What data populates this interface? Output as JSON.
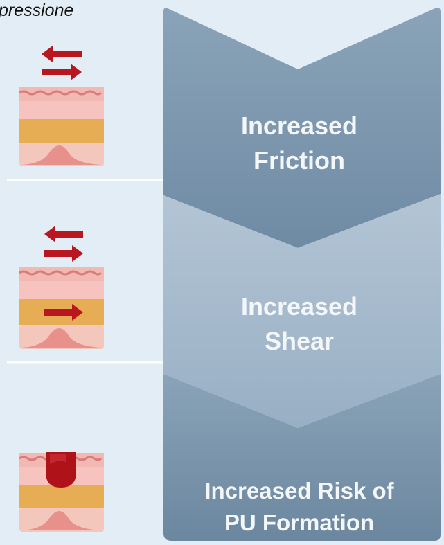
{
  "header": {
    "title": "pressione"
  },
  "steps": [
    {
      "line1": "Increased",
      "line2": "Friction"
    },
    {
      "line1": "Increased",
      "line2": "Shear"
    },
    {
      "line1": "Increased Risk of",
      "line2": "PU Formation"
    }
  ],
  "colors": {
    "background": "#e3edf5",
    "chevron_1": "#7f9ab1",
    "chevron_2": "#a6bbcd",
    "chevron_3": "#7f9ab1",
    "arrow_red": "#b9161f",
    "skin_top": "#f2b8b2",
    "skin_fat": "#e6ad55",
    "skin_base": "#f4c7bd",
    "wound": "#b0121a"
  },
  "icons": [
    "skin-friction-icon",
    "skin-shear-icon",
    "skin-pressure-ulcer-icon"
  ]
}
